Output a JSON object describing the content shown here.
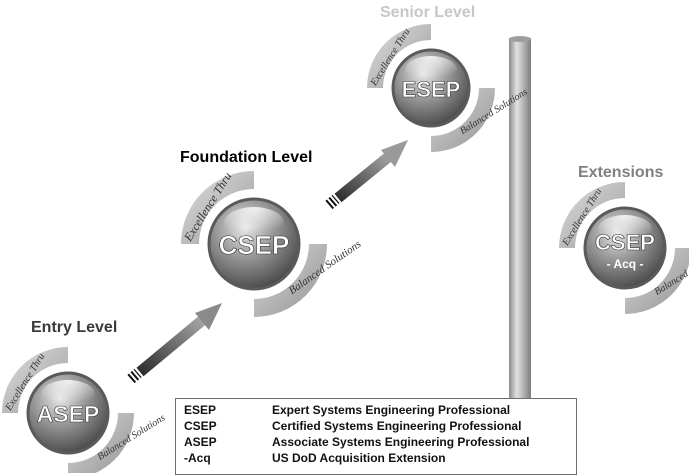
{
  "levels": {
    "senior": "Senior Level",
    "foundation": "Foundation Level",
    "entry": "Entry Level",
    "extensions": "Extensions"
  },
  "badges": {
    "esep": {
      "name": "ESEP",
      "sub": ""
    },
    "csep": {
      "name": "CSEP",
      "sub": ""
    },
    "asep": {
      "name": "ASEP",
      "sub": ""
    },
    "csep_acq": {
      "name": "CSEP",
      "sub": "- Acq -"
    }
  },
  "badge_ribbon": {
    "top": "Excellence Thru",
    "bottom": "Balanced Solutions"
  },
  "legend": [
    {
      "abbr": "ESEP",
      "desc": "Expert Systems Engineering Professional"
    },
    {
      "abbr": "CSEP",
      "desc": "Certified Systems Engineering Professional"
    },
    {
      "abbr": "ASEP",
      "desc": "Associate Systems Engineering Professional"
    },
    {
      "abbr": "-Acq",
      "desc": "US DoD Acquisition Extension"
    }
  ],
  "colors": {
    "badge_core": "#8e8e8e",
    "badge_ring": "#5a5a5a",
    "ribbon": "#bdbdbd",
    "arrow": "#6f6f6f",
    "senior_title": "#c7c7c7",
    "extensions_title": "#808080",
    "foundation_title": "#000000",
    "entry_title": "#3a3a3a",
    "divider": "#9a9a9a"
  }
}
